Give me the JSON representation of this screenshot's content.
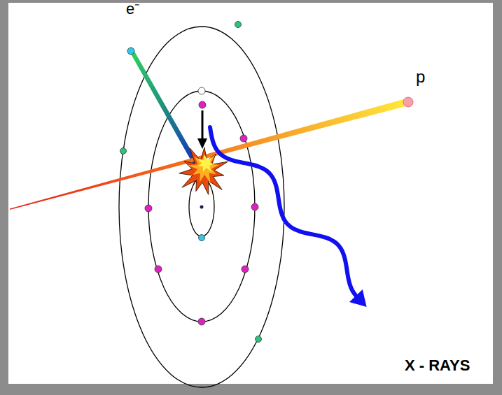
{
  "diagram": {
    "labels": [
      "e⁻",
      "p",
      "X - RAYS"
    ]
  }
}
